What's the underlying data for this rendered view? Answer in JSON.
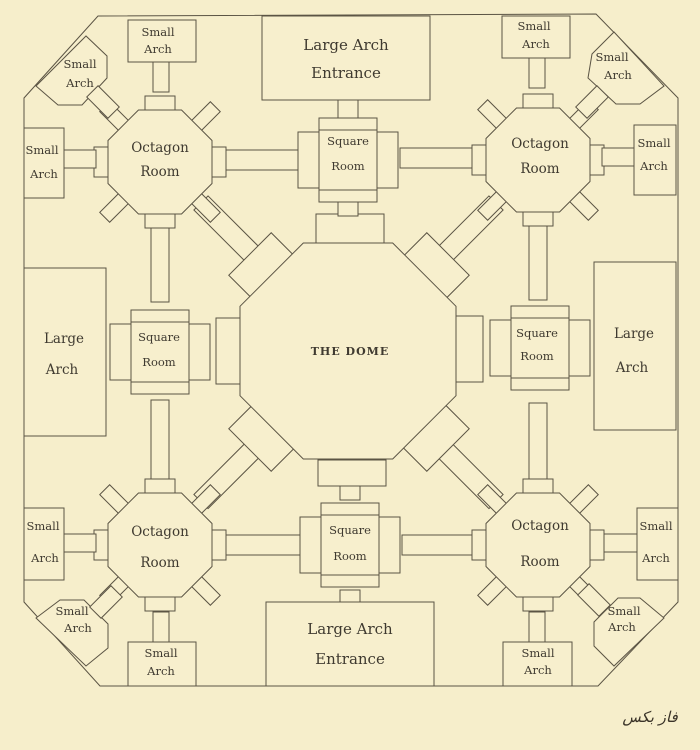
{
  "title": "Floor plan",
  "colors": {
    "paper": "#f6eecb",
    "ink": "#5b5444"
  },
  "labels": {
    "dome": "THE DOME",
    "large_arch_entrance": [
      "Large Arch",
      "Entrance"
    ],
    "large_arch": [
      "Large",
      "Arch"
    ],
    "octagon_room": [
      "Octagon",
      "Room"
    ],
    "square_room": [
      "Square",
      "Room"
    ],
    "small_arch": [
      "Small",
      "Arch"
    ]
  },
  "signature": "فاز بکس"
}
